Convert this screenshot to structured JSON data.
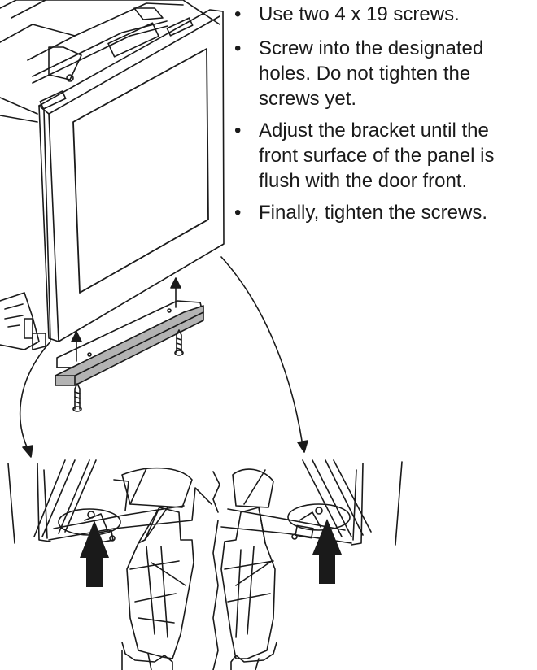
{
  "instructions": [
    {
      "bullet": "•",
      "text": "Use two 4 x 19 screws."
    },
    {
      "bullet": "•",
      "text": "Screw into the designated holes. Do not tighten the screws yet."
    },
    {
      "bullet": "•",
      "text": "Adjust the bracket until the front surface of the panel is flush with the door front."
    },
    {
      "bullet": "•",
      "text": "Finally, tighten the screws."
    }
  ],
  "illustration": {
    "line_color": "#1a1a1a",
    "bracket_color": "#b3b3b3",
    "background": "#ffffff"
  }
}
